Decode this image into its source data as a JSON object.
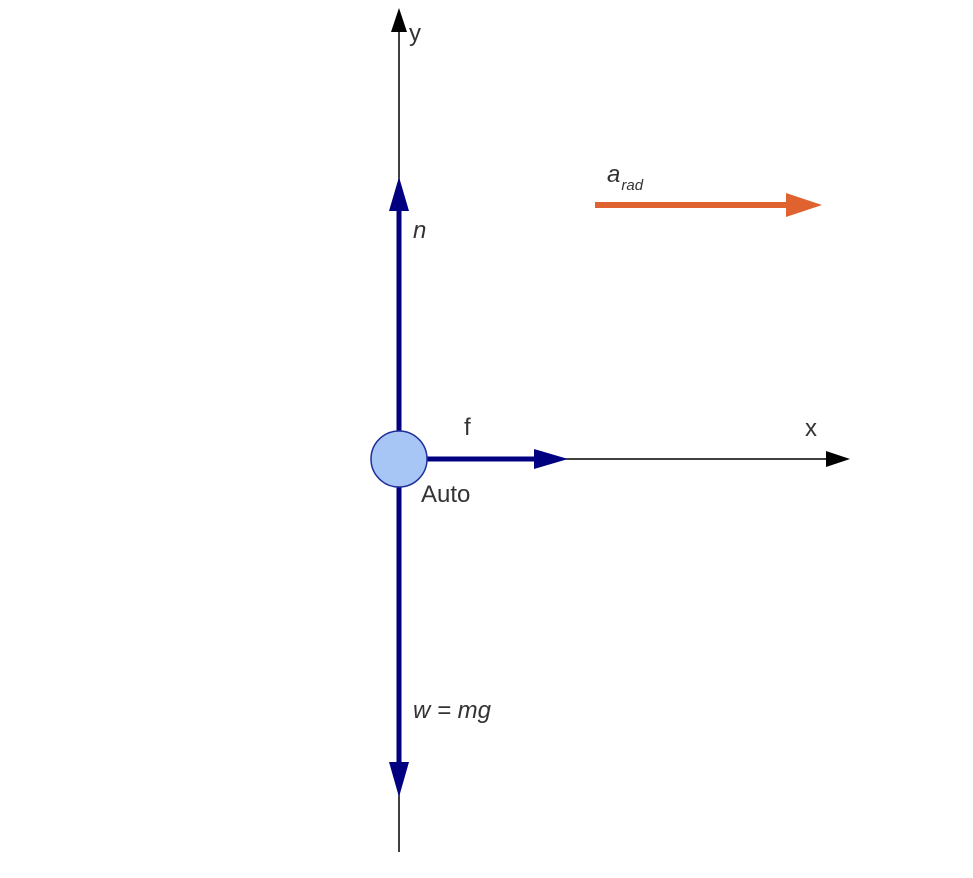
{
  "axes": {
    "x_label": "x",
    "y_label": "y"
  },
  "object": {
    "label": "Auto"
  },
  "forces": {
    "normal": "n",
    "friction": "f",
    "weight": "w = mg"
  },
  "acceleration": {
    "symbol": "a",
    "subscript": "rad"
  },
  "colors": {
    "force": "#000080",
    "acceleration": "#e0622e",
    "axis": "#000000",
    "object_fill": "#a8c6f5",
    "object_stroke": "#1f2f9a",
    "text": "#333333"
  }
}
